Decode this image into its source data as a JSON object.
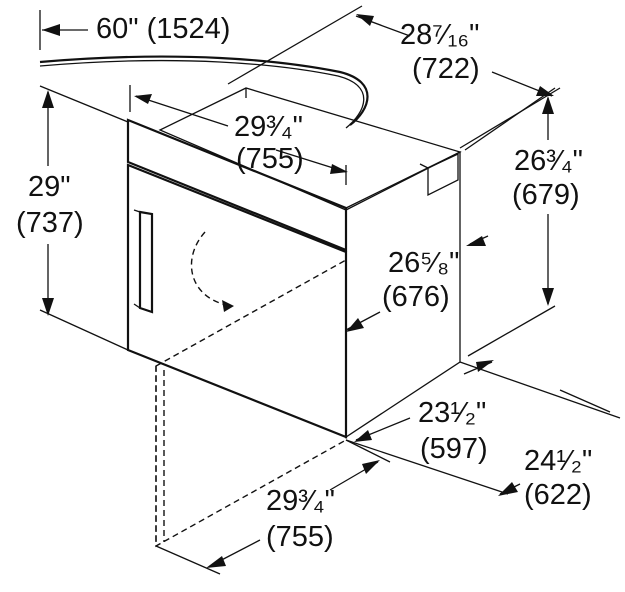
{
  "dimensions": {
    "cord_length": "60\" (1524)",
    "overall_width_in": "28⁷⁄₁₆\"",
    "overall_width_mm": "(722)",
    "front_width_in": "29³⁄₄\"",
    "front_width_mm": "(755)",
    "body_height_in": "26³⁄₄\"",
    "body_height_mm": "(679)",
    "total_height_in": "29\"",
    "total_height_mm": "(737)",
    "door_height_in": "26⁵⁄₈\"",
    "door_height_mm": "(676)",
    "depth_in": "23¹⁄₂\"",
    "depth_mm": "(597)",
    "total_depth_in": "24¹⁄₂\"",
    "total_depth_mm": "(622)",
    "door_open_in": "29³⁄₄\"",
    "door_open_mm": "(755)"
  },
  "colors": {
    "line": "#111111",
    "background": "#ffffff"
  }
}
